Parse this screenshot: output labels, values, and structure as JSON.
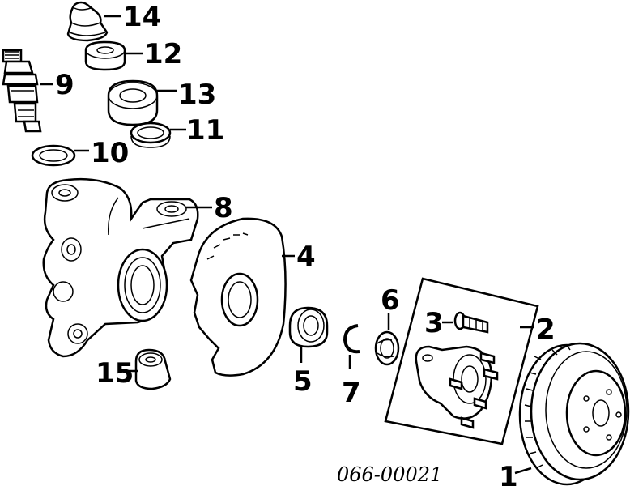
{
  "diagram": {
    "callouts": [
      {
        "id": "1",
        "label": "1"
      },
      {
        "id": "2",
        "label": "2"
      },
      {
        "id": "3",
        "label": "3"
      },
      {
        "id": "4",
        "label": "4"
      },
      {
        "id": "5",
        "label": "5"
      },
      {
        "id": "6",
        "label": "6"
      },
      {
        "id": "7",
        "label": "7"
      },
      {
        "id": "8",
        "label": "8"
      },
      {
        "id": "9",
        "label": "9"
      },
      {
        "id": "10",
        "label": "10"
      },
      {
        "id": "11",
        "label": "11"
      },
      {
        "id": "12",
        "label": "12"
      },
      {
        "id": "13",
        "label": "13"
      },
      {
        "id": "14",
        "label": "14"
      },
      {
        "id": "15",
        "label": "15"
      }
    ],
    "drawing_code": "066-00021"
  }
}
